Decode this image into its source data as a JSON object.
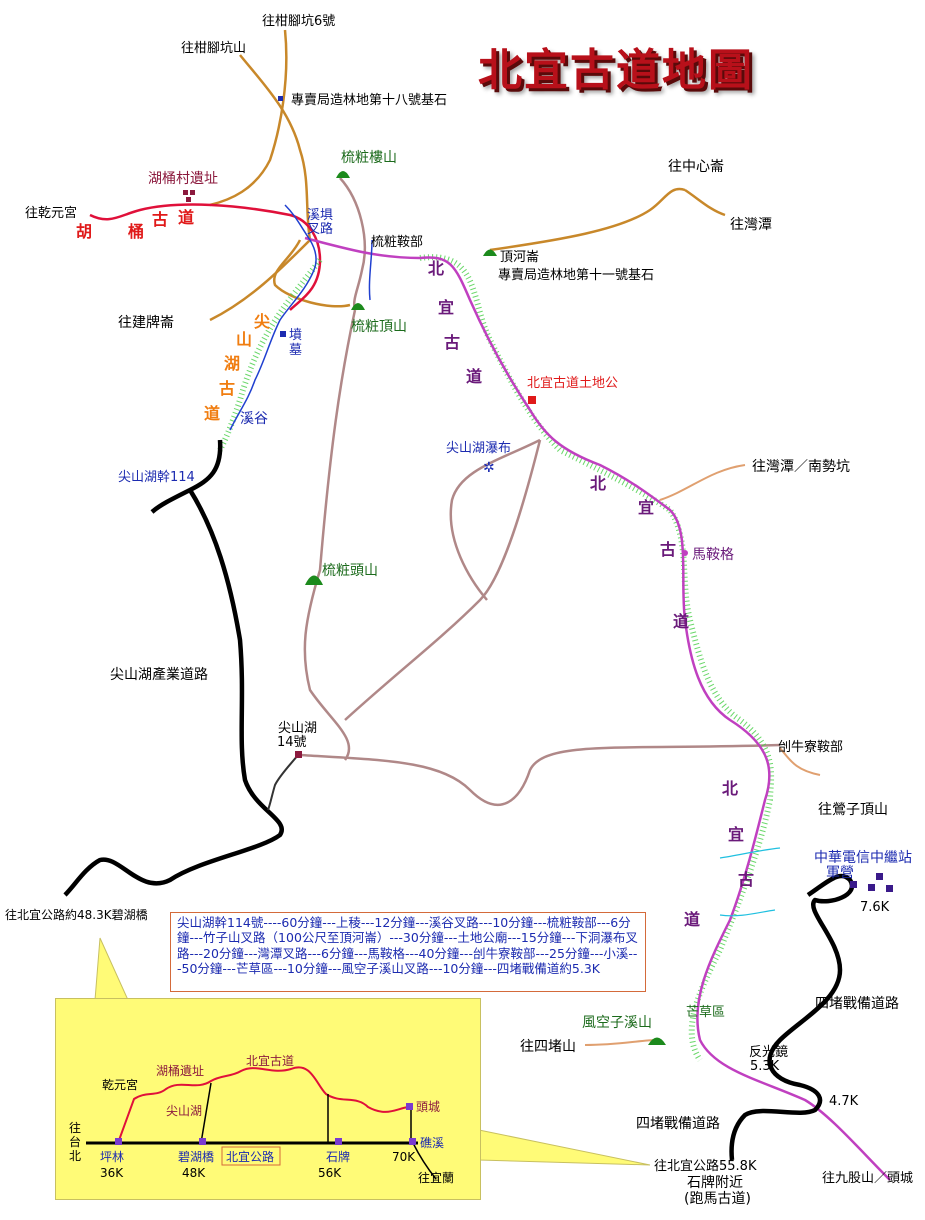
{
  "title": "北宜古道地圖",
  "labels": {
    "gan_jiao_keng_6": "往柑腳坑6號",
    "gan_jiao_keng_shan": "往柑腳坑山",
    "forest_stone_18": "專賣局造林地第十八號基石",
    "hu_tong_site": "湖桶村遺址",
    "to_qian_yuan": "往乾元宮",
    "shu_zhuang_lou_shan": "梳粧樓山",
    "xi_zhui_cha_lu": "溪埧叉路",
    "shu_zhuang_an_bu": "梳粧鞍部",
    "ding_he_lun": "頂河崙",
    "forest_stone_11": "專賣局造林地第十一號基石",
    "to_zhong_xin_lun": "往中心崙",
    "to_wan_tan_1": "往灣潭",
    "to_jian_pai_lun": "往建牌崙",
    "shu_zhuang_ding_shan": "梳粧頂山",
    "tomb": "墳墓",
    "xi_gu": "溪谷",
    "bei_yi_tudigong": "北宜古道土地公",
    "jian_shan_waterfall": "尖山湖瀑布",
    "jian_shan_114": "尖山湖幹114",
    "to_wan_tan_nanshi": "往灣潭／南勢坑",
    "ma_an_ge": "馬鞍格",
    "shu_zhuang_tou_shan": "梳粧頭山",
    "jian_shan_road": "尖山湖產業道路",
    "jian_shan_14": "尖山湖",
    "jian_shan_14b": "14號",
    "pao_niu_an_bu": "刣牛寮鞍部",
    "to_feng_zi_ding": "往鶯子頂山",
    "cht_relay": "中華電信中繼站",
    "military": "軍營",
    "k76": "7.6K",
    "to_bitan_lake": "往北宜公路約48.3K碧湖橋",
    "si_du_road_1": "四堵戰備道路",
    "mang_cao": "芒草區",
    "feng_kong_zi_xi_shan": "風空子溪山",
    "to_si_du_shan": "往四堵山",
    "mirror": "反光鏡",
    "k53": "5.3K",
    "k47": "4.7K",
    "si_du_road_2": "四堵戰備道路",
    "to_beiyi_558": "往北宜公路55.8K",
    "shi_pai_near": "石牌附近",
    "pao_ma": "(跑馬古道)",
    "to_jiu_gu": "往九股山／頭城"
  },
  "trail_chars": {
    "hutong": [
      "胡",
      "桶",
      "古",
      "道"
    ],
    "jianshan": [
      "尖",
      "山",
      "湖",
      "古",
      "道"
    ],
    "beiyi1": [
      "北",
      "宜",
      "古",
      "道"
    ],
    "beiyi2": [
      "北",
      "宜",
      "古",
      "道"
    ],
    "beiyi3": [
      "北",
      "宜",
      "古",
      "道"
    ]
  },
  "info_text": "尖山湖幹114號----60分鐘---上稜---12分鐘---溪谷叉路---10分鐘---梳粧鞍部---6分鐘---竹子山叉路（100公尺至頂河崙）---30分鐘---土地公廟---15分鐘---下洞瀑布叉路---20分鐘---灣潭叉路---6分鐘---馬鞍格---40分鐘---刣牛寮鞍部---25分鐘---小溪---50分鐘---芒草區---10分鐘---風空子溪山叉路---10分鐘---四堵戰備道約5.3K",
  "inset": {
    "to_taipei": [
      "往",
      "台",
      "北"
    ],
    "qian_yuan": "乾元宮",
    "hu_tong": "湖桶遺址",
    "bei_yi_gu_dao": "北宜古道",
    "jian_shan_hu": "尖山湖",
    "tou_cheng": "頭城",
    "ping_lin": "坪林",
    "k36": "36K",
    "bi_hu_qiao": "碧湖橋",
    "k48": "48K",
    "bei_yi_road": "北宜公路",
    "shi_pai": "石牌",
    "k56": "56K",
    "k70": "70K",
    "jiao_xi": "礁溪",
    "to_yi_lan": "往宜蘭"
  },
  "colors": {
    "title": "#b8101a",
    "main_trail": "#c040c0",
    "road": "#000000",
    "side_trail": "#b08888",
    "orange_trail": "#e0922a",
    "red_trail": "#e0103a",
    "inset_bg": "#fffb77"
  }
}
